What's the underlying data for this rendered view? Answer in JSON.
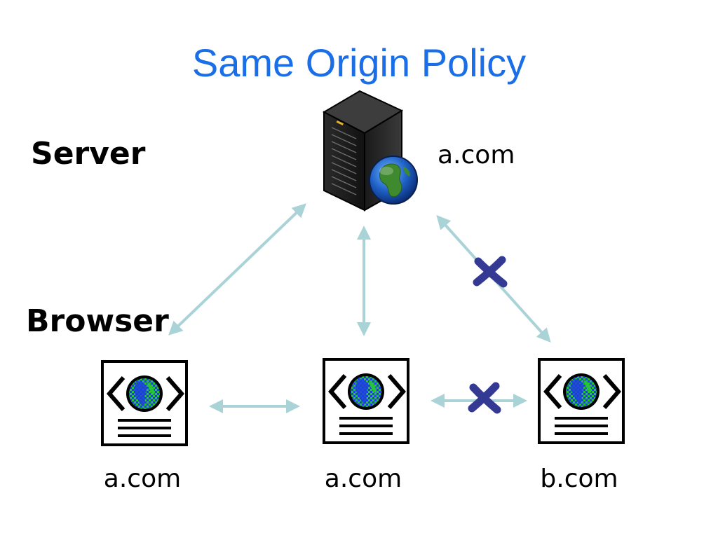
{
  "title": "Same Origin Policy",
  "labels": {
    "server": "Server",
    "browser": "Browser"
  },
  "server": {
    "domain": "a.com",
    "icon": "server-rack-with-globe-icon"
  },
  "browsers": [
    {
      "domain": "a.com",
      "icon": "web-page-globe-icon"
    },
    {
      "domain": "a.com",
      "icon": "web-page-globe-icon"
    },
    {
      "domain": "b.com",
      "icon": "web-page-globe-icon"
    }
  ],
  "connections": [
    {
      "from": "browser-1",
      "to": "server",
      "allowed": true
    },
    {
      "from": "browser-2",
      "to": "server",
      "allowed": true
    },
    {
      "from": "browser-3",
      "to": "server",
      "allowed": false
    },
    {
      "from": "browser-1",
      "to": "browser-2",
      "allowed": true
    },
    {
      "from": "browser-2",
      "to": "browser-3",
      "allowed": false
    }
  ],
  "colors": {
    "title": "#1a6fe8",
    "arrow": "#a9d3d6",
    "blocked_mark": "#343a93",
    "globe_ocean": "#1d3fe0",
    "globe_land": "#27c43a"
  }
}
